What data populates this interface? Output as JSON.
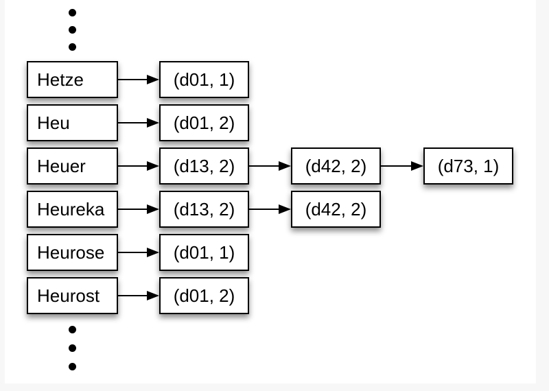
{
  "colors": {
    "canvas_background": "#f7f7f8",
    "page_background": "#ffffff",
    "box_fill": "#ffffff",
    "box_border": "#000000",
    "text": "#000000"
  },
  "diagram": {
    "rows": [
      {
        "term": "Hetze",
        "postings": [
          "(d01, 1)"
        ]
      },
      {
        "term": "Heu",
        "postings": [
          "(d01, 2)"
        ]
      },
      {
        "term": "Heuer",
        "postings": [
          "(d13, 2)",
          "(d42, 2)",
          "(d73, 1)"
        ]
      },
      {
        "term": "Heureka",
        "postings": [
          "(d13, 2)",
          "(d42, 2)"
        ]
      },
      {
        "term": "Heurose",
        "postings": [
          "(d01, 1)"
        ]
      },
      {
        "term": "Heurost",
        "postings": [
          "(d01, 2)"
        ]
      }
    ],
    "ellipsis": {
      "top_dots": 3,
      "bottom_dots": 3
    }
  }
}
